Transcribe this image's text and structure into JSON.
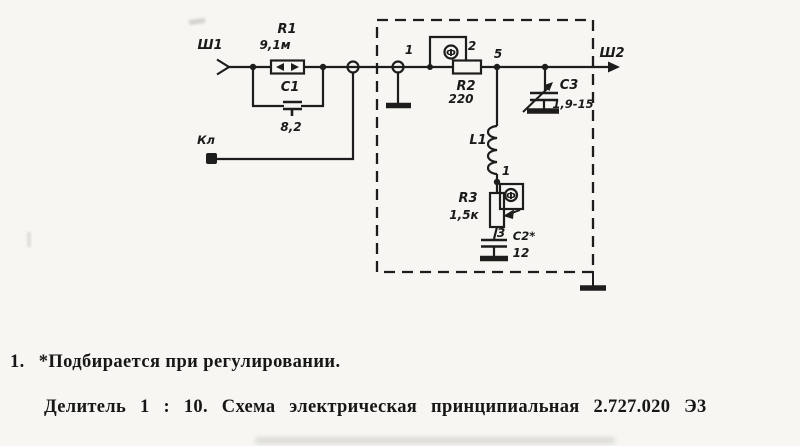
{
  "colors": {
    "ink": "#1d1d1d",
    "paper": "#f7f6f2"
  },
  "schematic": {
    "connector_in": "Ш1",
    "connector_out": "Ш2",
    "terminal": "Кл",
    "trimmer_mark": "Ф",
    "pins": {
      "feedthrough": "1",
      "r2_wiper": "2",
      "node": "5",
      "l1_bottom": "1",
      "r3_bottom": "3"
    },
    "components": {
      "r1": {
        "ref": "R1",
        "value": "9,1м"
      },
      "c1": {
        "ref": "C1",
        "value": "8,2"
      },
      "r2": {
        "ref": "R2",
        "value": "220"
      },
      "l1": {
        "ref": "L1"
      },
      "r3": {
        "ref": "R3",
        "value": "1,5к"
      },
      "c2": {
        "ref": "C2*",
        "value": "12"
      },
      "c3": {
        "ref": "C3",
        "value": "1,9-15"
      }
    }
  },
  "notes": {
    "item_number": "1.",
    "item_text": "*Подбирается при регулировании.",
    "caption": "Делитель 1 : 10. Схема электрическая принципиальная 2.727.020 Э3"
  }
}
